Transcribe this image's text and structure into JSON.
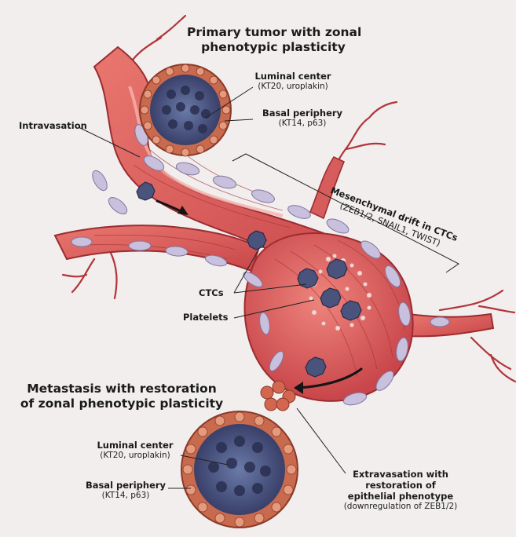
{
  "titles": {
    "primary_line1": "Primary tumor with zonal",
    "primary_line2": "phenotypic plasticity",
    "metastasis_line1": "Metastasis with restoration",
    "metastasis_line2": "of zonal phenotypic plasticity"
  },
  "labels": {
    "luminal_top_title": "Luminal center",
    "luminal_top_sub": "(KT20, uroplakin)",
    "basal_top_title": "Basal periphery",
    "basal_top_sub": "(KT14, p63)",
    "intravasation": "Intravasation",
    "mesenchymal_title": "Mesenchymal drift in CTCs",
    "mesenchymal_sub": "(ZEB1/2, SNAIL1, TWIST)",
    "ctcs": "CTCs",
    "platelets": "Platelets",
    "luminal_bottom_title": "Luminal center",
    "luminal_bottom_sub": "(KT20, uroplakin)",
    "basal_bottom_title": "Basal periphery",
    "basal_bottom_sub": "(KT14, p63)",
    "extravasation_line1": "Extravasation with",
    "extravasation_line2": "restoration of",
    "extravasation_line3": "epithelial phenotype",
    "extravasation_line4": "(downregulation of ZEB1/2)"
  },
  "colors": {
    "vessel": "#d9595a",
    "vessel_dark": "#a33236",
    "vessel_light": "#f0a7a1",
    "cell_purple": "#c8bfdc",
    "tumor_core": "#4c5683",
    "tumor_rim": "#c4654a",
    "ctc": "#454f78"
  }
}
